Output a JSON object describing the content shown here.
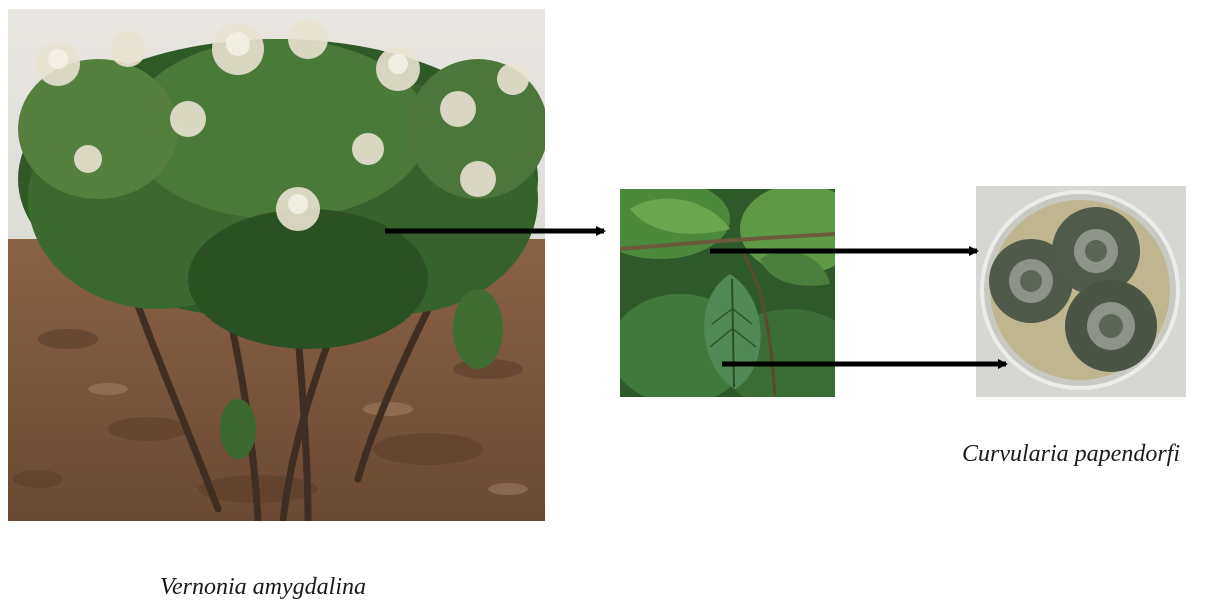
{
  "captions": {
    "plant": "Vernonia amygdalina",
    "fungus": "Curvularia papendorfi"
  },
  "images": {
    "plant": "plant-shrub-photo",
    "leaf": "leaf-closeup-photo",
    "culture": "petri-dish-culture-photo"
  },
  "colors": {
    "arrow": "#000000",
    "foliage": "#3c6a2e",
    "soil": "#7a5638",
    "agar": "#bfb690",
    "mycelium": "#4f5a4a"
  }
}
